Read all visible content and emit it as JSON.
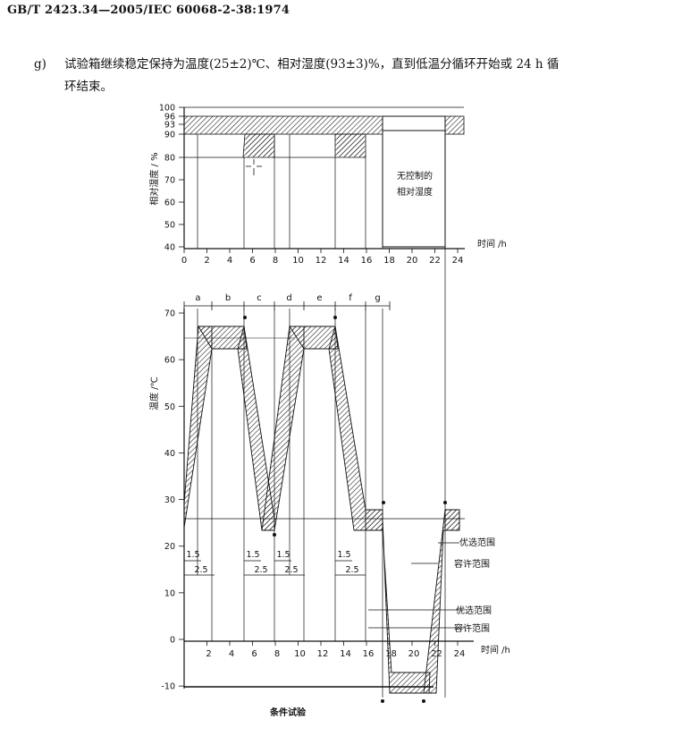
{
  "header": {
    "standard": "GB/T 2423.34—2005/IEC 60068-2-38:1974"
  },
  "paragraph": {
    "label": "g)",
    "text_line1": "试验箱继续稳定保持为温度(25±2)℃、相对湿度(93±3)%，直到低温分循环开始或 24 h 循",
    "text_line2": "环结束。"
  },
  "chart_data": [
    {
      "type": "line",
      "xlabel": "时间 /h",
      "ylabel": "相对湿度 / %",
      "x_ticks": [
        0,
        2,
        4,
        6,
        8,
        10,
        12,
        14,
        16,
        18,
        20,
        22,
        24
      ],
      "y_ticks": [
        40,
        50,
        60,
        70,
        80,
        90,
        93,
        96,
        100
      ],
      "xlim": [
        0,
        24
      ],
      "ylim": [
        40,
        100
      ],
      "series": [
        {
          "x": [
            0,
            5.2,
            5.2,
            7.8,
            7.8,
            13.2,
            13.2,
            15.8,
            15.8,
            17.5
          ],
          "values": [
            93,
            93,
            83,
            83,
            93,
            93,
            83,
            83,
            93,
            93
          ]
        },
        {
          "x": [
            22.5,
            24
          ],
          "values": [
            93,
            93
          ]
        }
      ],
      "annotations": [
        "无控制的",
        "相对湿度"
      ]
    },
    {
      "type": "line",
      "xlabel": "时间 /h",
      "ylabel": "温度 /℃",
      "x_ticks": [
        2,
        4,
        6,
        8,
        10,
        12,
        14,
        16,
        18,
        20,
        22,
        24
      ],
      "y_ticks": [
        -10,
        0,
        10,
        20,
        30,
        40,
        50,
        60,
        70
      ],
      "xlim": [
        0,
        24
      ],
      "ylim": [
        -10,
        70
      ],
      "phase_labels": [
        "a",
        "b",
        "c",
        "d",
        "e",
        "f",
        "g"
      ],
      "duration_labels": [
        "1.5",
        "2.5"
      ],
      "range_labels": [
        "优选范围",
        "容许范围"
      ],
      "footer": "条件试验",
      "series": [
        {
          "x": [
            0,
            1.5,
            5.2,
            7.5,
            9.7,
            13.2,
            15.5,
            16.9,
            17.4,
            17.6,
            21.4,
            22.2,
            24
          ],
          "values": [
            25,
            65,
            65,
            25,
            65,
            65,
            25,
            25,
            25,
            -10,
            -10,
            25,
            25
          ]
        }
      ]
    }
  ]
}
